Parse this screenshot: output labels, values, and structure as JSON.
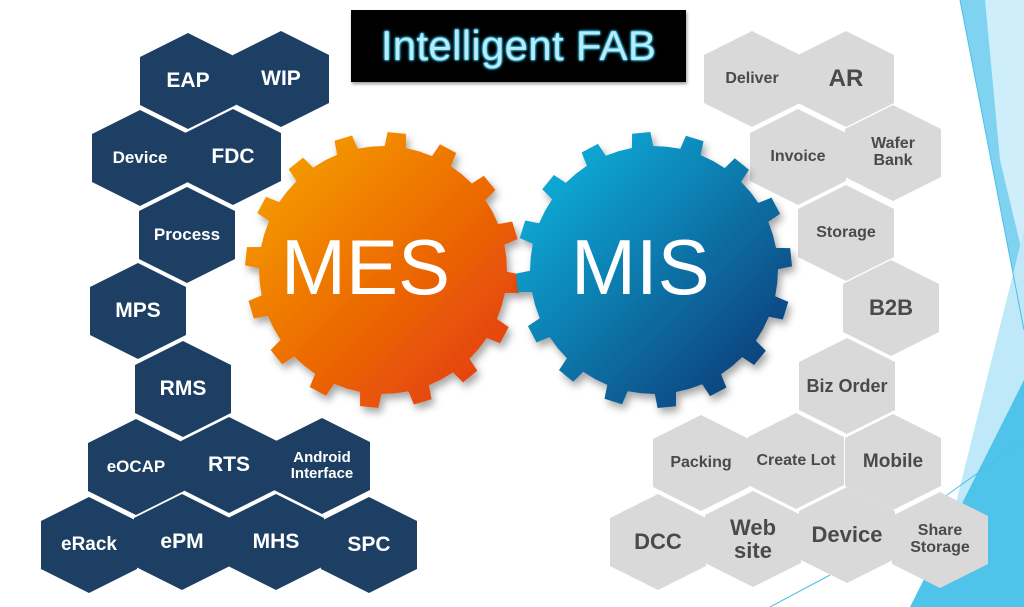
{
  "title": "Intelligent FAB",
  "gears": {
    "mes": {
      "label": "MES",
      "colors": {
        "start": "#f7a800",
        "end": "#e2330a"
      }
    },
    "mis": {
      "label": "MIS",
      "colors": {
        "start": "#12bde6",
        "end": "#06306e"
      }
    }
  },
  "mes_modules": [
    {
      "label": "EAP",
      "size": "large"
    },
    {
      "label": "WIP",
      "size": "large"
    },
    {
      "label": "Device",
      "size": "small"
    },
    {
      "label": "FDC",
      "size": "large"
    },
    {
      "label": "Process",
      "size": "small"
    },
    {
      "label": "MPS",
      "size": "large"
    },
    {
      "label": "RMS",
      "size": "large"
    },
    {
      "label": "eOCAP",
      "size": "small"
    },
    {
      "label": "RTS",
      "size": "large"
    },
    {
      "label": "Android Interface",
      "size": "xsmall"
    },
    {
      "label": "eRack",
      "size": "medium"
    },
    {
      "label": "ePM",
      "size": "large"
    },
    {
      "label": "MHS",
      "size": "large"
    },
    {
      "label": "SPC",
      "size": "large"
    }
  ],
  "mis_modules": [
    {
      "label": "Deliver",
      "size": "small"
    },
    {
      "label": "AR",
      "size": "xlarge"
    },
    {
      "label": "Invoice",
      "size": "small"
    },
    {
      "label": "Wafer Bank",
      "size": "small"
    },
    {
      "label": "Storage",
      "size": "small"
    },
    {
      "label": "B2B",
      "size": "large"
    },
    {
      "label": "Biz Order",
      "size": "medium"
    },
    {
      "label": "Packing",
      "size": "small"
    },
    {
      "label": "Create Lot",
      "size": "small"
    },
    {
      "label": "Mobile",
      "size": "medium"
    },
    {
      "label": "DCC",
      "size": "large"
    },
    {
      "label": "Web site",
      "size": "large"
    },
    {
      "label": "Device",
      "size": "large"
    },
    {
      "label": "Share Storage",
      "size": "small"
    }
  ],
  "colors": {
    "mes_hex": "#1c3f63",
    "mis_hex": "#d9d9d9",
    "title_bg": "#000000",
    "title_text": "#b9ecfb",
    "accent_cyan": "#4dc3ea"
  }
}
